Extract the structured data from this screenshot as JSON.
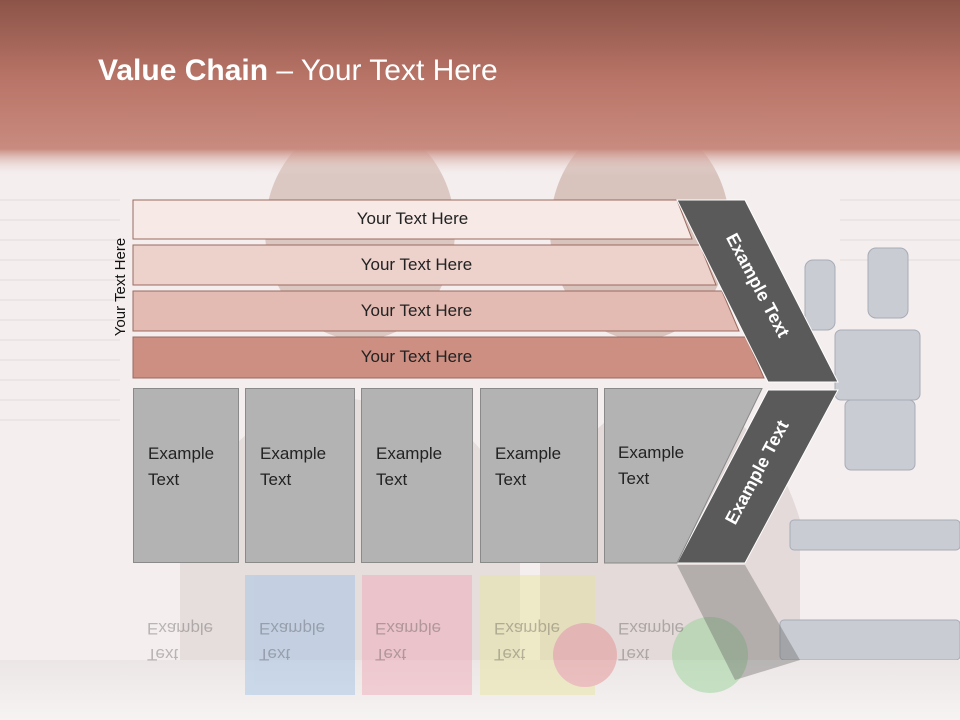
{
  "title": {
    "bold": "Value Chain",
    "separator": " – ",
    "rest": "Your Text Here"
  },
  "side_label": "Your Text Here",
  "rows": [
    {
      "label": "Your Text Here",
      "color": "#f6e9e6"
    },
    {
      "label": "Your Text Here",
      "color": "#edd1cb"
    },
    {
      "label": "Your Text Here",
      "color": "#e3bbb2"
    },
    {
      "label": "Your Text Here",
      "color": "#cd8f82"
    }
  ],
  "boxes": [
    {
      "line1": "Example",
      "line2": "Text"
    },
    {
      "line1": "Example",
      "line2": "Text"
    },
    {
      "line1": "Example",
      "line2": "Text"
    },
    {
      "line1": "Example",
      "line2": "Text"
    },
    {
      "line1": "Example",
      "line2": "Text"
    }
  ],
  "chevron_upper": "Example Text",
  "chevron_lower": "Example Text",
  "colors": {
    "header_top": "#8c5448",
    "header_mid": "#c27a6c",
    "chevron": "#5a5a5a",
    "box": "#b3b3b3"
  }
}
